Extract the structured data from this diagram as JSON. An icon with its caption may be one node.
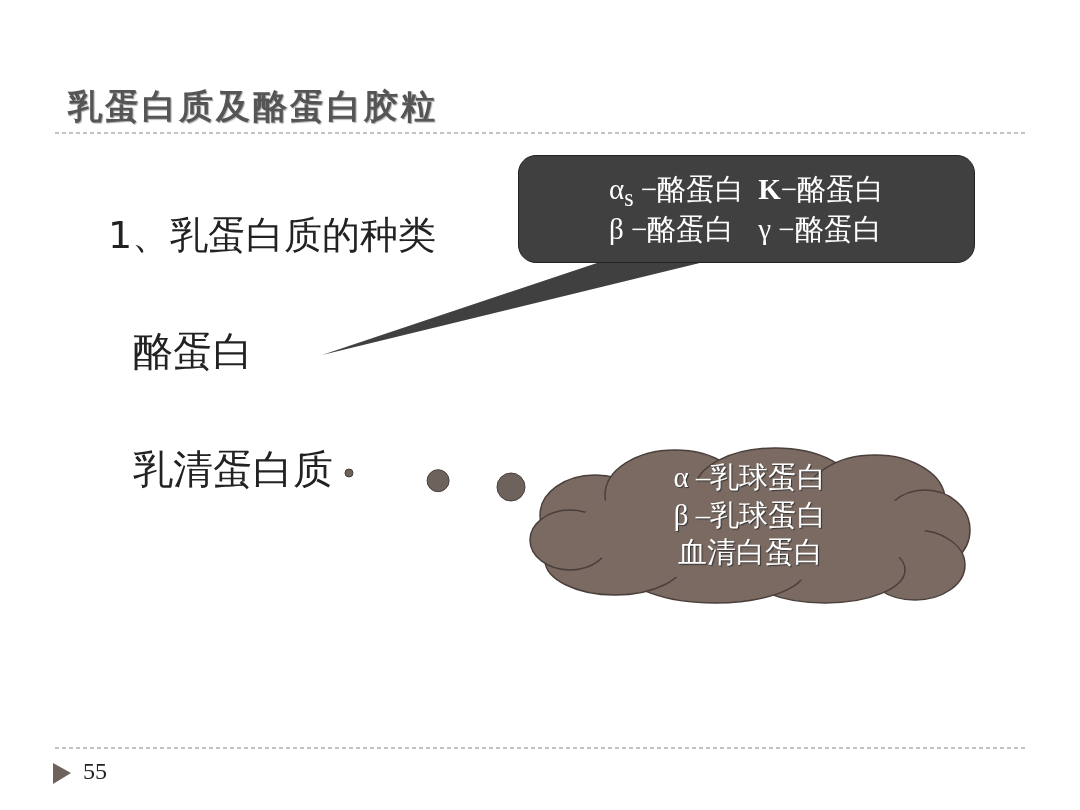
{
  "diagram": {
    "title": "乳蛋白质及酪蛋白胶粒",
    "nodes": [
      {
        "text": [
          "酪蛋白"
        ]
      },
      {
        "text": [
          "α$_{s}$ −酪蛋白",
          "**K**−酪蛋白",
          "β −酪蛋白",
          "γ −酪蛋白"
        ]
      },
      {
        "text": [
          "乳清蛋白质"
        ]
      },
      {
        "text": [
          "α –乳球蛋白",
          "β –乳球蛋白",
          "血清白蛋白"
        ]
      }
    ],
    "edges": [
      {
        "from": 1,
        "to": 0,
        "arrow": "none",
        "style": "thick"
      },
      {
        "from": 3,
        "to": 2,
        "arrow": "none",
        "style": "dashed"
      }
    ],
    "labels": [
      "1、乳蛋白质的种类",
      "55"
    ]
  }
}
